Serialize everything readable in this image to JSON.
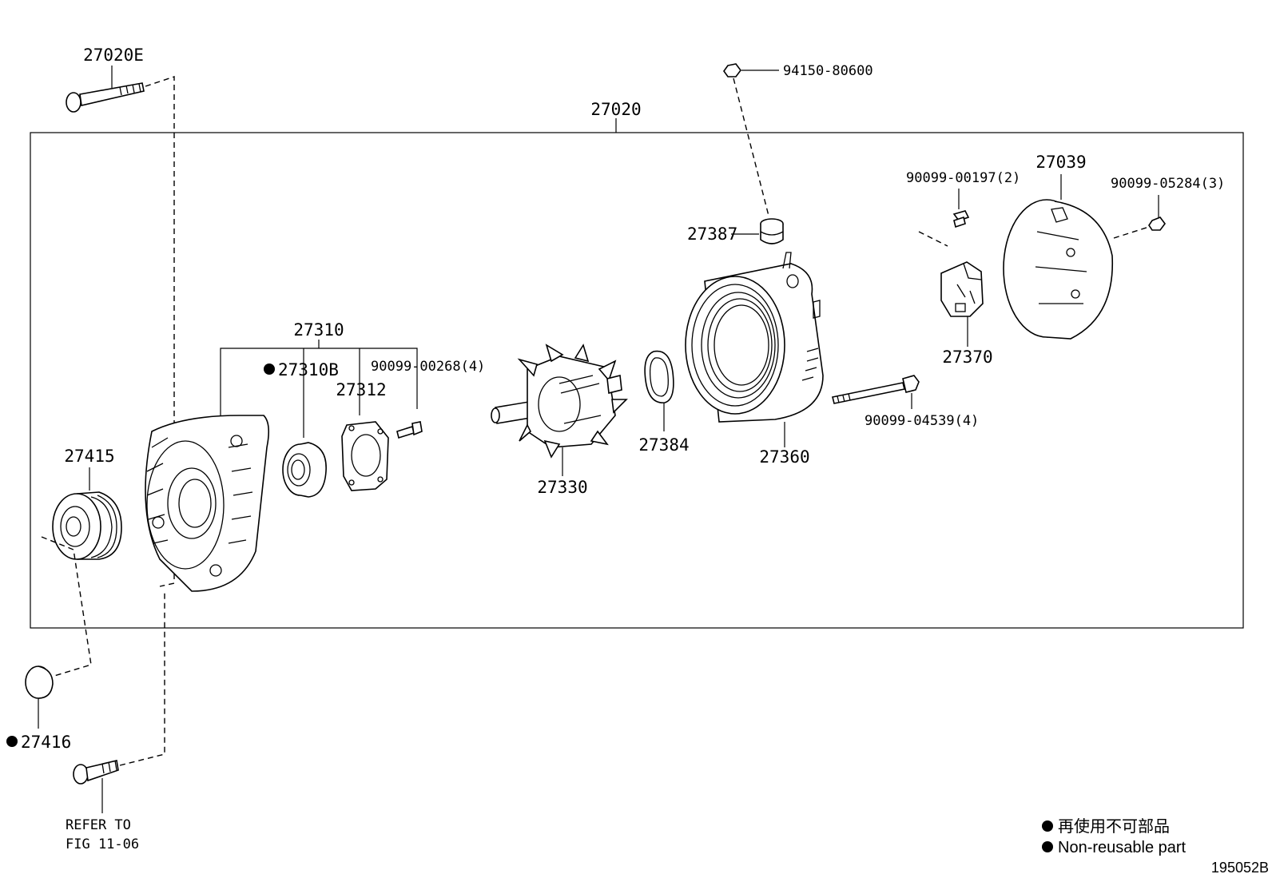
{
  "diagram_id": "195052B",
  "group_label": "27020",
  "parts": [
    {
      "id": "27020E",
      "mark": false
    },
    {
      "id": "94150-80600",
      "mark": false
    },
    {
      "id": "27039",
      "mark": false
    },
    {
      "id": "90099-00197(2)",
      "mark": false
    },
    {
      "id": "90099-05284(3)",
      "mark": false
    },
    {
      "id": "27387",
      "mark": false
    },
    {
      "id": "27370",
      "mark": false
    },
    {
      "id": "27310",
      "mark": false
    },
    {
      "id": "27310B",
      "mark": true
    },
    {
      "id": "27312",
      "mark": false
    },
    {
      "id": "90099-00268(4)",
      "mark": false
    },
    {
      "id": "27415",
      "mark": false
    },
    {
      "id": "27384",
      "mark": false
    },
    {
      "id": "27360",
      "mark": false
    },
    {
      "id": "90099-04539(4)",
      "mark": false
    },
    {
      "id": "27330",
      "mark": false
    },
    {
      "id": "27416",
      "mark": true
    }
  ],
  "refer": {
    "line1": "REFER TO",
    "line2": "FIG 11-06"
  },
  "legend": {
    "jp": "再使用不可部品",
    "en": "Non-reusable part"
  }
}
